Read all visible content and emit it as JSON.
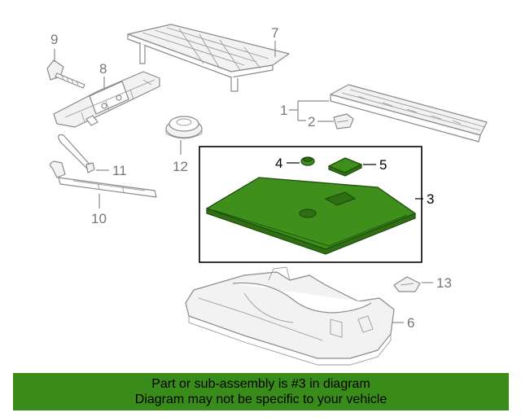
{
  "callouts": {
    "c1": "1",
    "c2": "2",
    "c3": "3",
    "c4": "4",
    "c5": "5",
    "c6": "6",
    "c7": "7",
    "c8": "8",
    "c9": "9",
    "c10": "10",
    "c11": "11",
    "c12": "12",
    "c13": "13"
  },
  "highlight_color": "#3f8f1c",
  "banner": {
    "line1": "Part or sub-assembly is #3 in diagram",
    "line2": "Diagram may not be specific to your vehicle",
    "color": "#3a8c1a"
  }
}
